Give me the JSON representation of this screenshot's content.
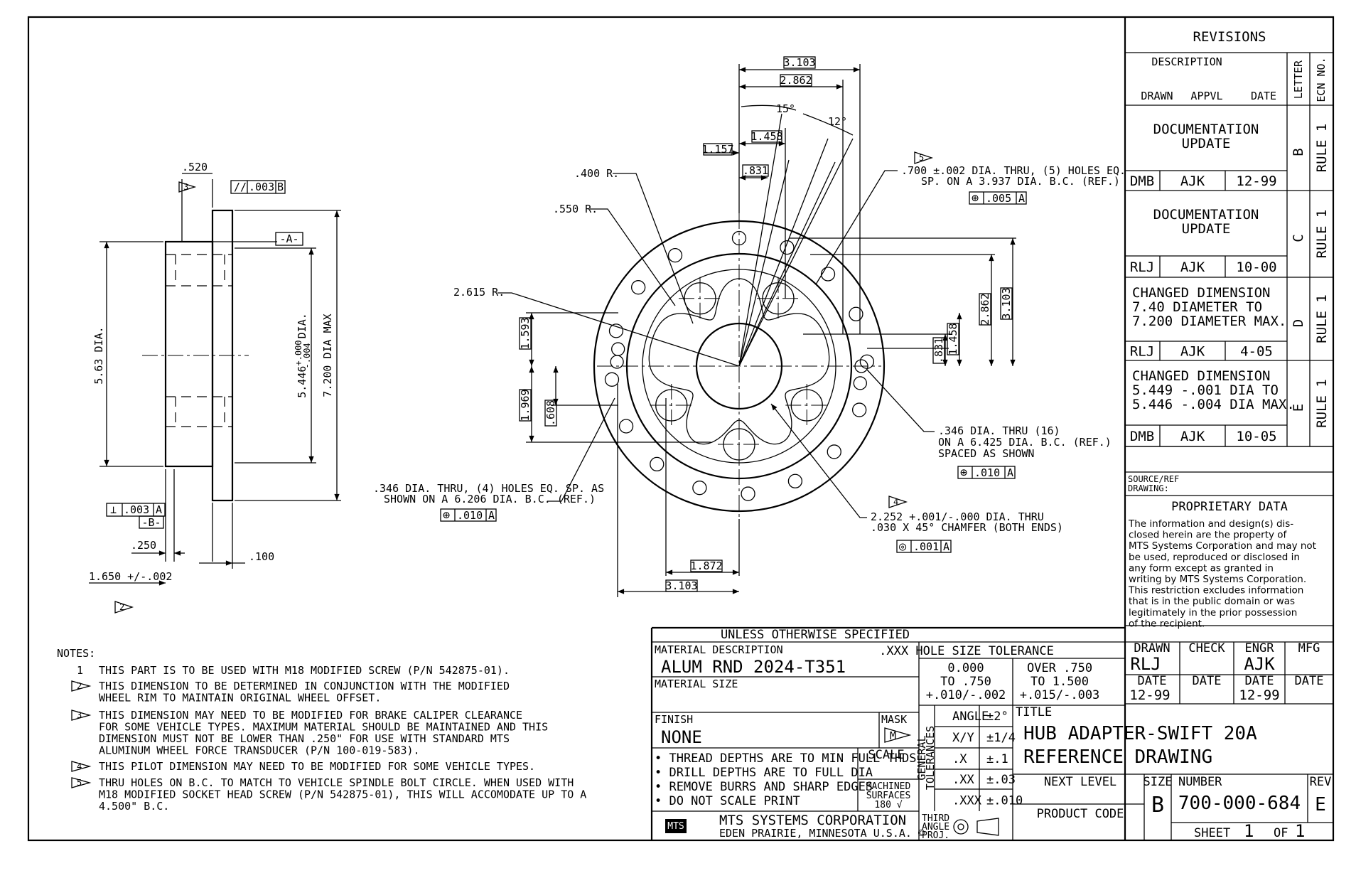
{
  "revisions": {
    "title": "REVISIONS",
    "headers": {
      "description": "DESCRIPTION",
      "drawn": "DRAWN",
      "appvl": "APPVL",
      "date": "DATE",
      "letter": "LETTER",
      "ecn": "ECN NO."
    },
    "rows": [
      {
        "desc": [
          "DOCUMENTATION",
          "UPDATE"
        ],
        "drawn": "DMB",
        "appvl": "AJK",
        "date": "12-99",
        "letter": "B",
        "ecn": "RULE 1"
      },
      {
        "desc": [
          "DOCUMENTATION",
          "UPDATE"
        ],
        "drawn": "RLJ",
        "appvl": "AJK",
        "date": "10-00",
        "letter": "C",
        "ecn": "RULE 1"
      },
      {
        "desc": [
          "CHANGED DIMENSION",
          "7.40 DIAMETER TO",
          "7.200 DIAMETER MAX."
        ],
        "drawn": "RLJ",
        "appvl": "AJK",
        "date": "4-05",
        "letter": "D",
        "ecn": "RULE 1"
      },
      {
        "desc": [
          "CHANGED DIMENSION",
          "5.449 -.001 DIA TO",
          "5.446 -.004 DIA MAX."
        ],
        "drawn": "DMB",
        "appvl": "AJK",
        "date": "10-05",
        "letter": "E",
        "ecn": "RULE 1"
      }
    ]
  },
  "source_ref": [
    "SOURCE/REF",
    "DRAWING:"
  ],
  "proprietary": {
    "title": "PROPRIETARY DATA",
    "lines": [
      "The information and design(s) dis-",
      "closed herein are the property of",
      "MTS Systems Corporation and may not",
      "be used, reproduced or disclosed in",
      "any form except as granted in",
      "writing by MTS Systems Corporation.",
      "This restriction excludes information",
      "that is in the public domain or was",
      "legitimately in the prior possession",
      "of the recipient."
    ]
  },
  "side_view": {
    "dims": {
      "d520": ".520",
      "parallel": ".003",
      "datum_a": "-A-",
      "dia563": "5.63 DIA.",
      "dia5446": "5.446",
      "dia5446_tol_up": "+.000",
      "dia5446_tol_dn": "-.004",
      "dia5446_suffix": "DIA.",
      "dia7200": "7.200 DIA MAX",
      "perp": ".003",
      "perp_datum": "A",
      "parallel_datum": "B",
      "datum_b": "-B-",
      "d250": ".250",
      "d100": ".100",
      "d1650": "1.650 +/-.002"
    },
    "flags": {
      "f3": "3",
      "f2": "2"
    }
  },
  "front_view": {
    "dims": {
      "d3103_top": "3.103",
      "d2862_top": "2.862",
      "ang15": "15°",
      "ang12": "12°",
      "d1458_top": "1.458",
      "d1157": "1.157",
      "d831_top": ".831",
      "r400": ".400 R.",
      "r550": ".550 R.",
      "r2615": "2.615 R.",
      "d1593": "1.593",
      "d1969": "1.969",
      "d608": ".608",
      "d2862_right": "2.862",
      "d3103_right": "3.103",
      "d831_right": ".831",
      "d1458_right": "1.458",
      "d1872": "1.872",
      "d3103_bottom": "3.103"
    },
    "notes": {
      "n700_1": ".700 ±.002 DIA. THRU, (5) HOLES EQ.",
      "n700_2": "SP. ON A 3.937 DIA. B.C. (REF.)",
      "n700_fcf": ".005",
      "n700_datum": "A",
      "n346a_1": ".346 DIA. THRU (16)",
      "n346a_2": "ON A 6.425 DIA. B.C. (REF.)",
      "n346a_3": "SPACED AS SHOWN",
      "n346a_fcf": ".010",
      "n346a_datum": "A",
      "n346b_1": ".346 DIA. THRU, (4) HOLES EQ. SP. AS",
      "n346b_2": "SHOWN ON A 6.206 DIA. B.C. (REF.)",
      "n346b_fcf": ".010",
      "n346b_datum": "A",
      "n2252_1": "2.252 +.001/-.000 DIA. THRU",
      "n2252_2": ".030 X 45° CHAMFER (BOTH ENDS)",
      "n2252_fcf": ".001",
      "n2252_datum": "A"
    },
    "flags": {
      "f5": "5",
      "f4": "4"
    }
  },
  "notes": {
    "title": "NOTES:",
    "items": [
      {
        "num": "1",
        "lines": [
          "THIS PART IS TO BE USED WITH M18 MODIFIED SCREW (P/N 542875-01)."
        ]
      },
      {
        "num": "2",
        "lines": [
          "THIS DIMENSION TO BE DETERMINED IN CONJUNCTION WITH THE MODIFIED",
          "WHEEL RIM TO MAINTAIN ORIGINAL WHEEL OFFSET."
        ]
      },
      {
        "num": "3",
        "lines": [
          "THIS DIMENSION MAY NEED TO BE MODIFIED FOR BRAKE CALIPER CLEARANCE",
          "FOR SOME VEHICLE TYPES. MAXIMUM MATERIAL SHOULD BE MAINTAINED AND THIS",
          "DIMENSION MUST NOT BE LOWER THAN .250\" FOR USE WITH STANDARD MTS",
          "ALUMINUM WHEEL FORCE TRANSDUCER (P/N 100-019-583)."
        ]
      },
      {
        "num": "4",
        "lines": [
          "THIS PILOT DIMENSION MAY NEED TO BE MODIFIED FOR SOME VEHICLE TYPES."
        ]
      },
      {
        "num": "5",
        "lines": [
          "THRU HOLES ON B.C. TO MATCH TO VEHICLE SPINDLE BOLT CIRCLE. WHEN USED WITH",
          "M18 MODIFIED SOCKET HEAD SCREW (P/N 542875-01), THIS WILL ACCOMODATE UP TO A",
          "4.500\" B.C."
        ]
      }
    ]
  },
  "title_block": {
    "unless": "UNLESS OTHERWISE SPECIFIED",
    "material_desc_label": "MATERIAL DESCRIPTION",
    "material_desc": "ALUM RND 2024-T351",
    "material_size_label": "MATERIAL SIZE",
    "hole_tol_title": ".XXX HOLE SIZE TOLERANCE",
    "hole_tol_a": [
      "0.000",
      "TO .750",
      "+.010/-.002"
    ],
    "hole_tol_b": [
      "OVER .750",
      "TO 1.500",
      "+.015/-.003"
    ],
    "finish_label": "FINISH",
    "finish": "NONE",
    "mask_label": "MASK",
    "mask_symbol": "M",
    "general_tolerances": [
      "GENERAL",
      "TOLERANCES"
    ],
    "tolerances": [
      {
        "k": "ANGLE",
        "v": "±2°"
      },
      {
        "k": "X/Y",
        "v": "±1/4"
      },
      {
        "k": ".X",
        "v": "±.1"
      },
      {
        "k": ".XX",
        "v": "±.03"
      },
      {
        "k": ".XXX",
        "v": "±.010"
      }
    ],
    "shop_notes": [
      "• THREAD DEPTHS ARE TO MIN FULL THDS",
      "• DRILL DEPTHS ARE TO FULL DIA",
      "• REMOVE BURRS AND SHARP EDGES",
      "• DO NOT SCALE PRINT"
    ],
    "scale_label": "SCALE",
    "machined": [
      "MACHINED",
      "SURFACES",
      "180 √"
    ],
    "company": "MTS SYSTEMS CORPORATION",
    "company_loc": "EDEN PRAIRIE, MINNESOTA U.S.A. ©",
    "logo": "MTS",
    "third_angle": [
      "THIRD",
      "ANGLE",
      "PROJ."
    ],
    "drawn_label": "DRAWN",
    "drawn": "RLJ",
    "check_label": "CHECK",
    "engr_label": "ENGR",
    "engr": "AJK",
    "mfg_label": "MFG",
    "date_label": "DATE",
    "drawn_date": "12-99",
    "engr_date": "12-99",
    "title_label": "TITLE",
    "title_1": "HUB ADAPTER-SWIFT 20A",
    "title_2": "REFERENCE DRAWING",
    "next_level_label": "NEXT LEVEL",
    "product_code_label": "PRODUCT CODE",
    "size_label": "SIZE",
    "size": "B",
    "number_label": "NUMBER",
    "number": "700-000-684",
    "rev_label": "REV",
    "rev": "E",
    "sheet_label": "SHEET",
    "sheet": "1",
    "of_label": "OF",
    "of": "1"
  }
}
